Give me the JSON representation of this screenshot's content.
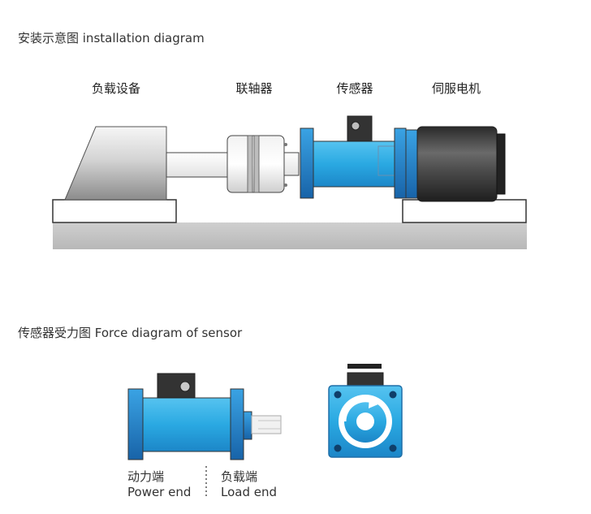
{
  "installation": {
    "title": "安装示意图 installation diagram",
    "labels": {
      "load_equipment": "负载设备",
      "coupling": "联轴器",
      "sensor": "传感器",
      "servo_motor": "伺服电机"
    }
  },
  "force": {
    "title": "传感器受力图 Force diagram of sensor",
    "power_end_cn": "动力端",
    "power_end_en": "Power end",
    "load_end_cn": "负载端",
    "load_end_en": "Load end"
  },
  "colors": {
    "sensor_blue": "#29a8e0",
    "sensor_dark_blue": "#1e7fc3",
    "ground": "#c8c8c8",
    "motor_dark": "#3a3a3a"
  }
}
